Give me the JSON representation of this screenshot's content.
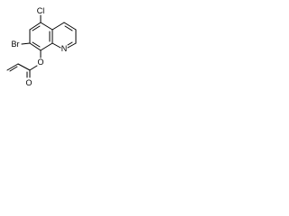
{
  "molecule": {
    "atoms": {
      "chlorine": "Cl",
      "bromine": "Br",
      "ring_nitrogen": "N",
      "ester_oxygen": "O",
      "carbonyl_oxygen": "O"
    }
  }
}
